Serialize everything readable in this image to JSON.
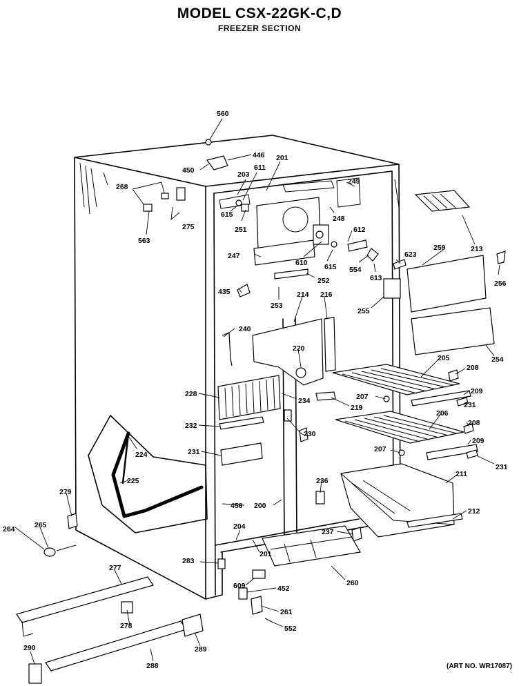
{
  "title": "MODEL CSX-22GK-C,D",
  "subtitle": "FREEZER SECTION",
  "art_no": "(ART NO. WR17087)",
  "parts": [
    "560",
    "446",
    "450",
    "201",
    "203",
    "611",
    "249",
    "268",
    "615",
    "251",
    "275",
    "248",
    "563",
    "612",
    "213",
    "247",
    "610",
    "615",
    "554",
    "613",
    "623",
    "259",
    "256",
    "252",
    "435",
    "253",
    "214",
    "216",
    "255",
    "240",
    "220",
    "205",
    "208",
    "254",
    "228",
    "234",
    "219",
    "207",
    "209",
    "231",
    "232",
    "230",
    "206",
    "208",
    "224",
    "231",
    "209",
    "207",
    "231",
    "225",
    "279",
    "236",
    "211",
    "456",
    "200",
    "212",
    "265",
    "264",
    "204",
    "237",
    "283",
    "201",
    "277",
    "609",
    "452",
    "260",
    "261",
    "278",
    "552",
    "290",
    "289",
    "288"
  ]
}
